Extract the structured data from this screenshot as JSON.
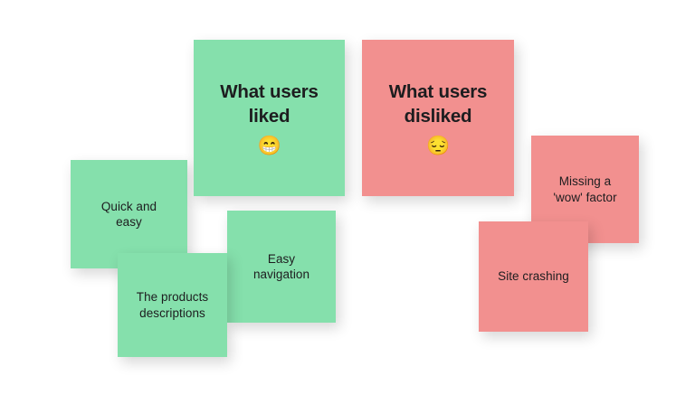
{
  "board": {
    "background_color": "#ffffff",
    "colors": {
      "green": "#85E0AC",
      "pink": "#F2908F",
      "text": "#1d1d1f"
    }
  },
  "columns": [
    {
      "name": "liked",
      "header": {
        "text": "What users\nliked",
        "emoji": "😁",
        "emoji_name": "grinning-face-with-smiling-eyes",
        "color": "#85E0AC"
      },
      "notes": [
        {
          "text": "Quick and\neasy",
          "color": "#85E0AC"
        },
        {
          "text": "The products\ndescriptions",
          "color": "#85E0AC"
        },
        {
          "text": "Easy\nnavigation",
          "color": "#85E0AC"
        }
      ]
    },
    {
      "name": "disliked",
      "header": {
        "text": "What users\ndisliked",
        "emoji": "😔",
        "emoji_name": "pensive-face",
        "color": "#F2908F"
      },
      "notes": [
        {
          "text": "Missing a\n'wow' factor",
          "color": "#F2908F"
        },
        {
          "text": "Site crashing",
          "color": "#F2908F"
        }
      ]
    }
  ]
}
